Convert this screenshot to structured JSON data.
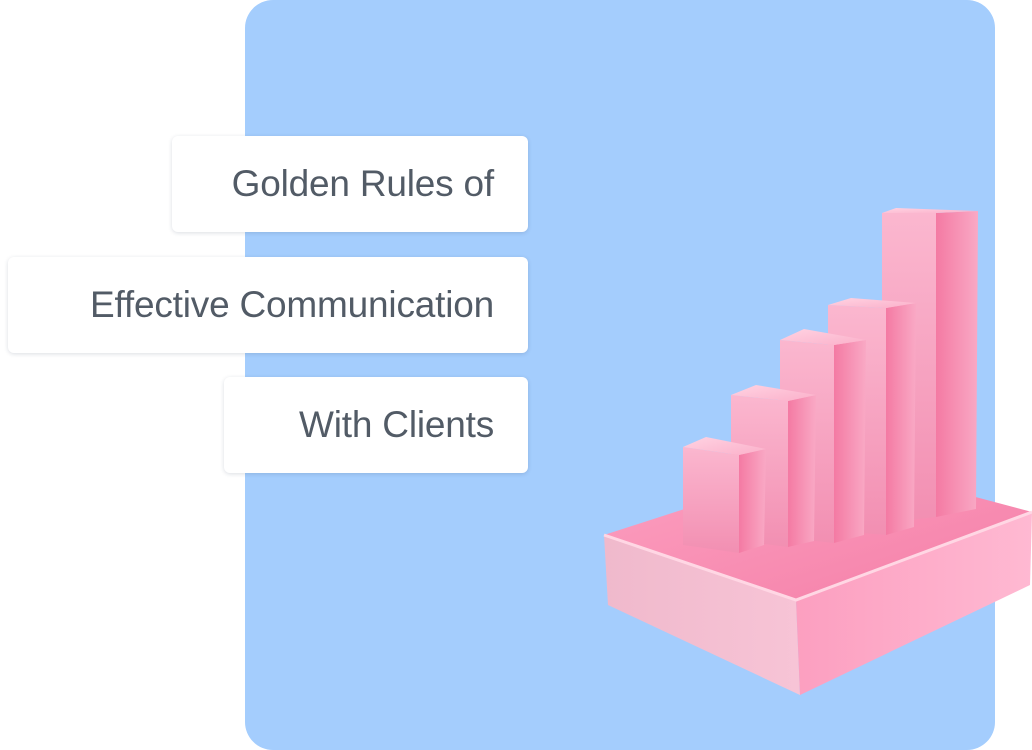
{
  "headline": {
    "lines": [
      "Golden Rules of",
      "Effective Communication",
      "With Clients"
    ]
  },
  "colors": {
    "panel_background": "#a4cdfd",
    "text": "#525b66",
    "pill_background": "#ffffff",
    "bar_pink": "#f58db0"
  },
  "illustration": {
    "icon": "bar-chart-steps-icon"
  }
}
